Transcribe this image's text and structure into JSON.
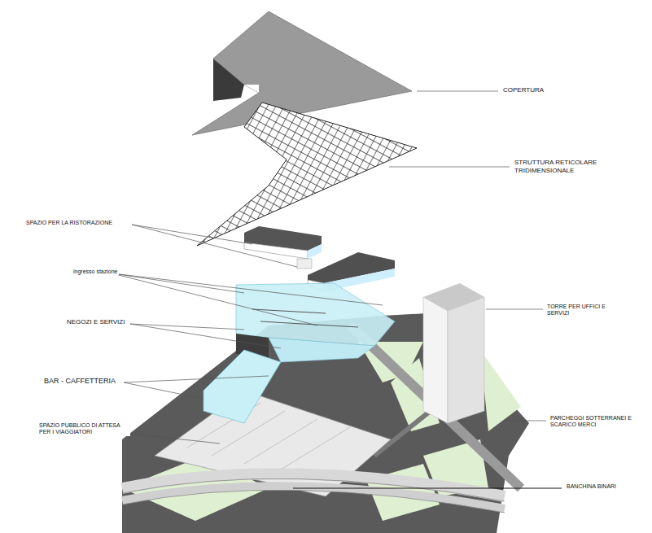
{
  "diagram": {
    "labels": [
      "COPERTURA",
      "STRUTTURA RETICOLARE TRIDIMENSIONALE",
      "SPAZIO PER LA RISTORAZIONE",
      "ingresso stazione",
      "TORRE PER UFFICI E SERVIZI",
      "NEGOZI E SERVIZI",
      "BAR - CAFFETTERIA",
      "PARCHEGGI SOTTERRANEI E SCARICO MERCI",
      "SPAZIO PUBBLICO DI ATTESA PER I VIAGGIATORI",
      "BANCHINA BINARI"
    ]
  }
}
